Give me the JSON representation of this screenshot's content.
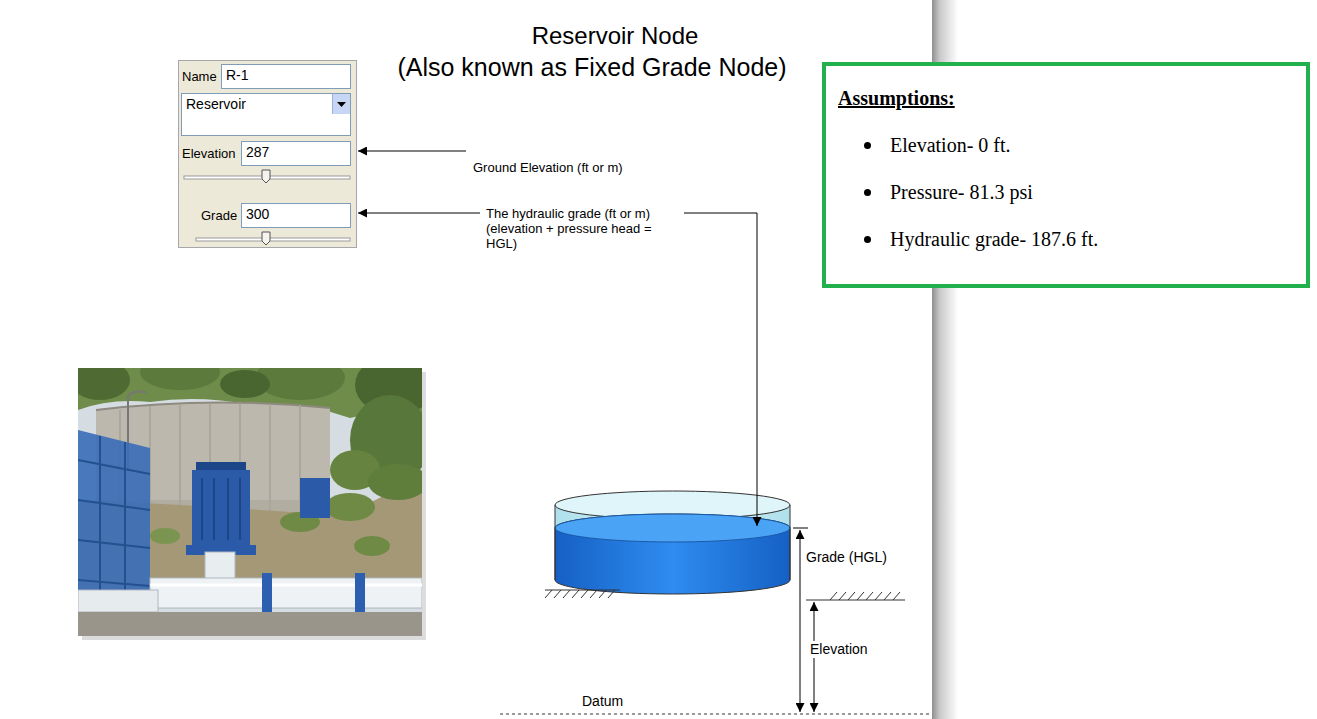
{
  "diagram": {
    "title": "Reservoir Node",
    "nodes": [
      {
        "text": [
          "Name",
          "Elevation",
          "Grade"
        ]
      },
      {
        "text": [
          "R-1"
        ],
        "in": 0
      },
      {
        "text": [
          "Reservoir"
        ],
        "in": 0
      },
      {
        "text": [
          "287"
        ],
        "in": 0
      },
      {
        "text": [
          "300"
        ],
        "in": 0
      },
      {
        "text": [
          "Assumptions:",
          "Elevation- 0 ft.",
          "Pressure- 81.3 psi",
          "Hydraulic grade- 187.6 ft."
        ]
      }
    ],
    "labels": [
      "(Also known as Fixed Grade Node)",
      "Ground Elevation (ft or m)",
      "The hydraulic grade (ft or m) (elevation + pressure head = HGL)",
      "Grade (HGL)",
      "Elevation",
      "Datum"
    ]
  }
}
